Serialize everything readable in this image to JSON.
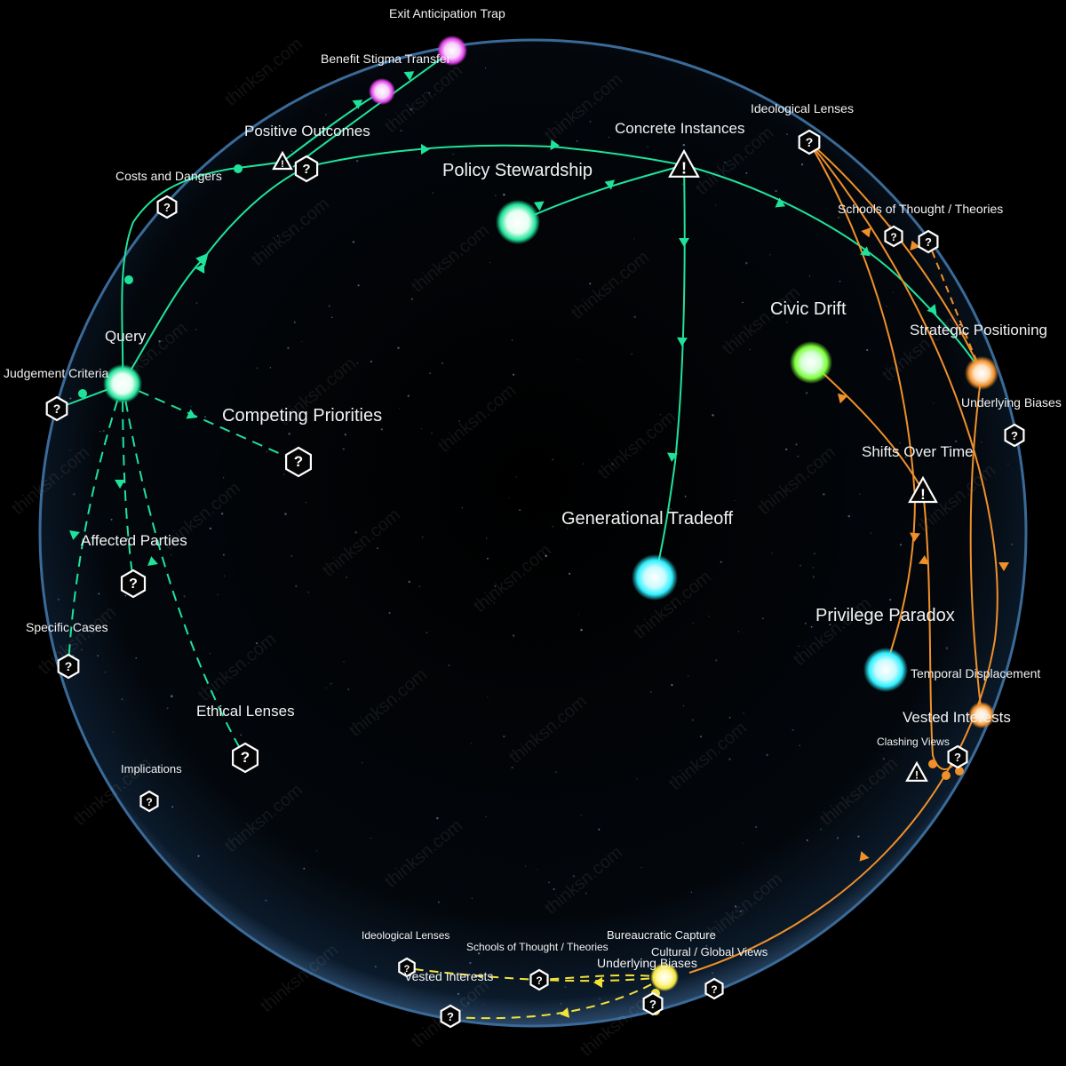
{
  "watermark": "thinksn.com",
  "colors": {
    "background": "#000000",
    "sphere_fill": "#07101a",
    "sphere_rim": "#4a7aa8",
    "green": "#20e39a",
    "orange": "#f0902a",
    "yellow": "#f2e23a",
    "magenta": "#e040e8",
    "cyan_node": "#c8fbff",
    "lime_node": "#7dff3a"
  },
  "labels": {
    "exit_anticipation_trap": "Exit Anticipation Trap",
    "benefit_stigma_transfer": "Benefit Stigma Transfer",
    "positive_outcomes": "Positive Outcomes",
    "costs_and_dangers": "Costs and Dangers",
    "policy_stewardship": "Policy Stewardship",
    "concrete_instances": "Concrete Instances",
    "ideological_lenses_top": "Ideological Lenses",
    "schools_of_thought_right": "Schools of Thought / Theories",
    "civic_drift": "Civic Drift",
    "strategic_positioning": "Strategic Positioning",
    "underlying_biases_right": "Underlying Biases",
    "shifts_over_time": "Shifts Over Time",
    "query": "Query",
    "judgement_criteria": "Judgement Criteria",
    "competing_priorities": "Competing Priorities",
    "affected_parties": "Affected Parties",
    "generational_tradeoff": "Generational Tradeoff",
    "privilege_paradox": "Privilege Paradox",
    "temporal_displacement": "Temporal Displacement",
    "vested_interests_right": "Vested Interests",
    "clashing_views": "Clashing Views",
    "specific_cases": "Specific Cases",
    "ethical_lenses": "Ethical Lenses",
    "implications": "Implications",
    "ideological_lenses_bottom": "Ideological Lenses",
    "schools_of_thought_bottom": "Schools of Thought / Theories",
    "bureaucratic_capture": "Bureaucratic Capture",
    "cultural_global_views": "Cultural / Global Views",
    "underlying_biases_bottom": "Underlying Biases",
    "vested_interests_bottom": "Vested Interests"
  },
  "icons": {
    "unknown_node": "question-hexagon-icon",
    "warning_node": "warning-triangle-icon",
    "hex_symbol": "?",
    "warn_symbol": "!"
  }
}
